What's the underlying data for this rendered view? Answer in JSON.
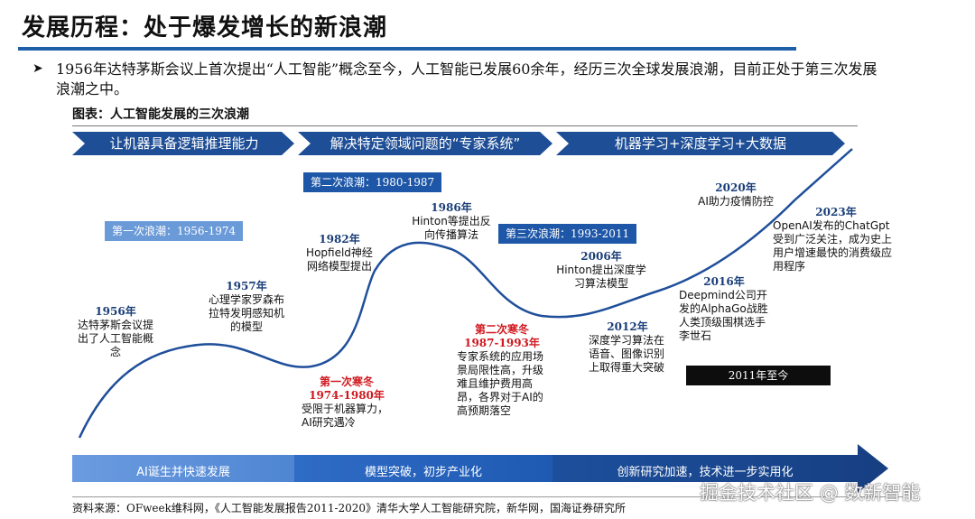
{
  "title": "发展历程：处于爆发增长的新浪潮",
  "bullet": {
    "marker": "➤",
    "text": "1956年达特茅斯会议上首次提出“人工智能”概念至今，人工智能已发展60余年，经历三次全球发展浪潮，目前正处于第三次发展浪潮之中。"
  },
  "figure_caption": "图表：人工智能发展的三次浪潮",
  "top_stages": [
    "让机器具备逻辑推理能力",
    "解决特定领域问题的“专家系统”",
    "机器学习+深度学习+大数据"
  ],
  "bottom_stages": [
    "AI诞生并快速发展",
    "模型突破，初步产业化",
    "创新研究加速，技术进一步实用化"
  ],
  "waves": {
    "first": "第一次浪潮：1956-1974",
    "second": "第二次浪潮：1980-1987",
    "third": "第三次浪潮：1993-2011"
  },
  "events": {
    "e1956": {
      "year": "1956年",
      "desc": "达特茅斯会议提出了人工智能概念"
    },
    "e1957": {
      "year": "1957年",
      "desc": "心理学家罗森布拉特发明感知机的模型"
    },
    "e1982": {
      "year": "1982年",
      "desc": "Hopfield神经网络模型提出"
    },
    "e1986": {
      "year": "1986年",
      "desc": "Hinton等提出反向传播算法"
    },
    "e2006": {
      "year": "2006年",
      "desc": "Hinton提出深度学习算法模型"
    },
    "e2012": {
      "year": "2012年",
      "desc": "深度学习算法在语音、图像识别上取得重大突破"
    },
    "e2016": {
      "year": "2016年",
      "desc": "Deepmind公司开发的AlphaGo战胜人类顶级围棋选手李世石"
    },
    "e2020": {
      "year": "2020年",
      "desc": "AI助力疫情防控"
    },
    "e2023": {
      "year": "2023年",
      "desc": "OpenAI发布的ChatGpt受到广泛关注，成为史上用户增速最快的消费级应用程序"
    }
  },
  "winters": {
    "first": {
      "name": "第一次寒冬",
      "years": "1974-1980年",
      "desc": "受限于机器算力，AI研究遇冷"
    },
    "second": {
      "name": "第二次寒冬",
      "years": "1987-1993年",
      "desc": "专家系统的应用场景局限性高，升级难且维护费用高昂，各界对于AI的高预期落空"
    }
  },
  "since_2011": "2011年至今",
  "source": "资料来源：OFweek维科网，《人工智能发展报告2011-2020》清华大学人工智能研究院，新华网，国海证券研究所",
  "watermark": "掘金技术社区 @ 数新智能",
  "colors": {
    "dark_blue": "#1e57a8",
    "mid_blue": "#2e6ec8",
    "light_blue": "#5b8fd6",
    "winter_red": "#d0181f"
  }
}
